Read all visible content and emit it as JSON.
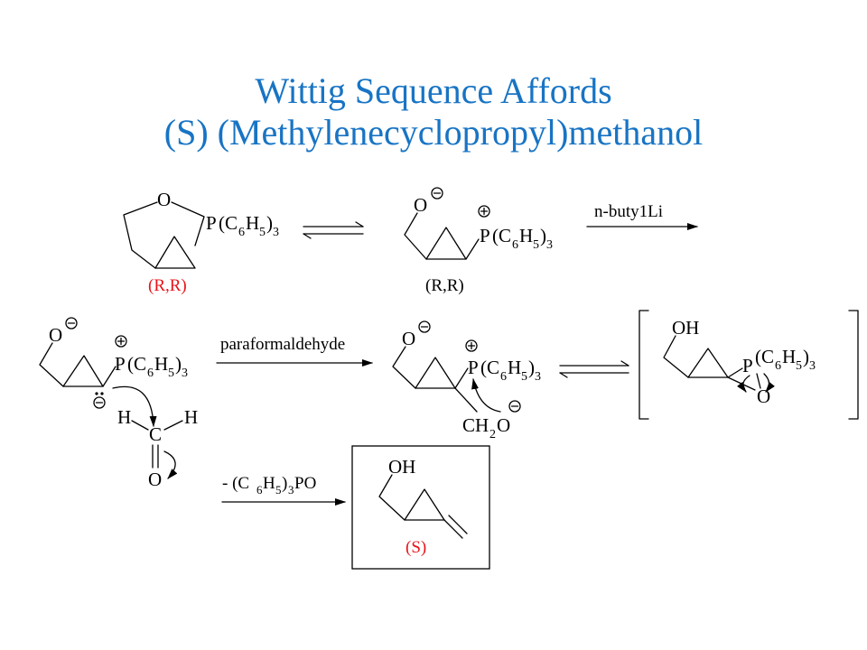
{
  "slide": {
    "title_line1": "Wittig Sequence Affords",
    "title_line2": "(S) (Methylenecyclopropyl)methanol",
    "title_color": "#1874C4"
  },
  "colors": {
    "stereo_label": "#E8131A",
    "ink": "#000000"
  },
  "atoms": {
    "O": "O",
    "H": "H",
    "C": "C",
    "OH": "OH",
    "P": "P",
    "C6H5_open": "(C",
    "sub6": "6",
    "sub5": "5",
    "close3": ")",
    "sub3": "3",
    "CH": "CH",
    "sub2": "2"
  },
  "charges": {
    "minus": "−",
    "plus": "+"
  },
  "reagents": {
    "butyllithium": "n-buty1Li",
    "paraformaldehyde": "paraformaldehyde",
    "elimination_dash": "- (C",
    "elimination_tail": "PO"
  },
  "labels": {
    "rr_red": "(R,R)",
    "rr_black": "(R,R)",
    "s_label": "(S)"
  }
}
